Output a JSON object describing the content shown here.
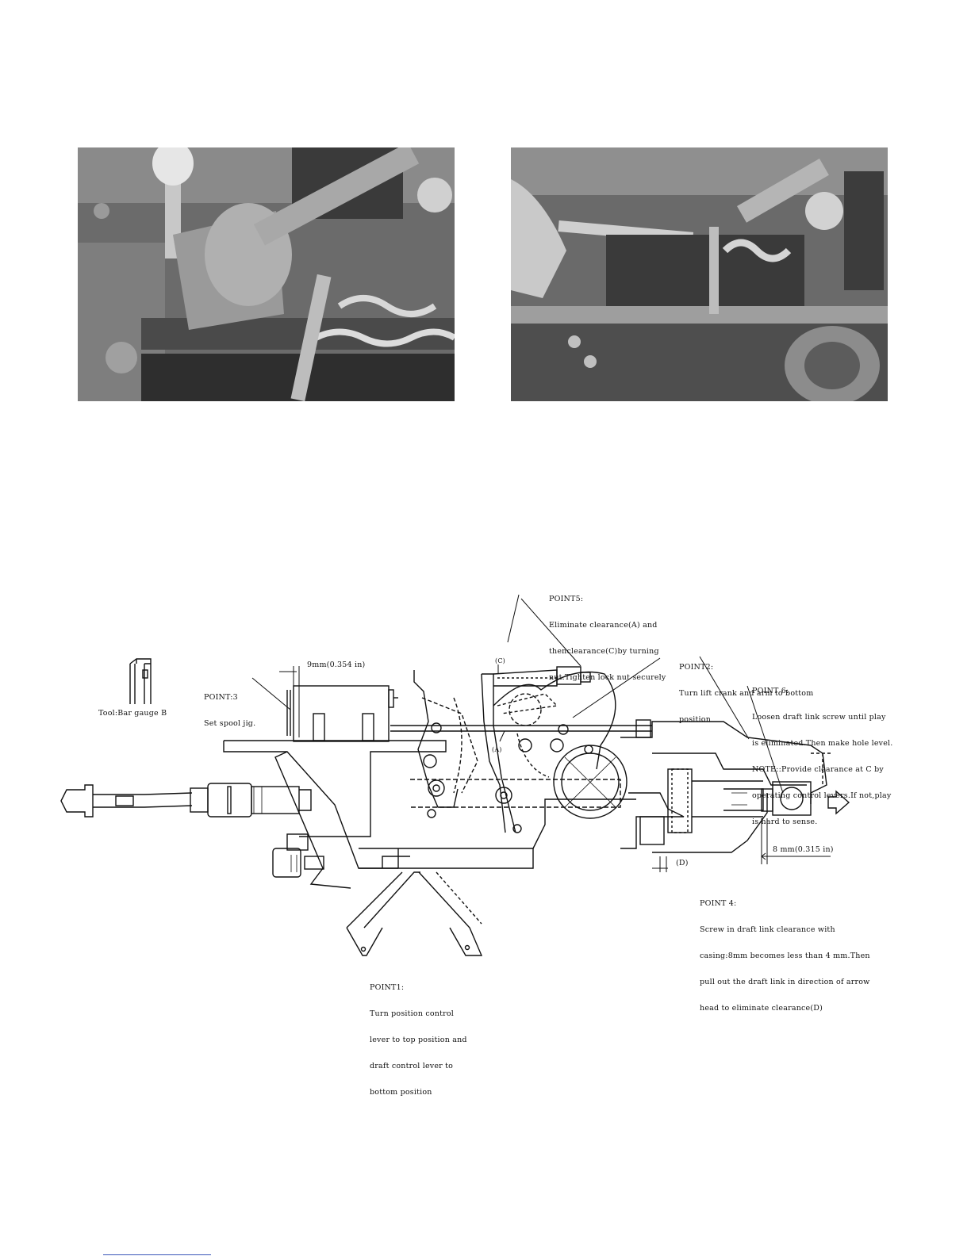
{
  "diagram": {
    "tool": "Tool:Bar gauge B",
    "point3": {
      "title": "POINT:3",
      "text": "Set spool jig."
    },
    "dim_9mm": "9mm(0.354 in)",
    "point5": {
      "title": "POINT5:",
      "line1": "Eliminate clearance(A) and",
      "line2": "thenclearance(C)by turning",
      "line3": "nut.Tighten lock nut securely"
    },
    "point2": {
      "title": "POINT2:",
      "line1": "Turn lift crank and arm to bottom",
      "line2": "position"
    },
    "point6": {
      "title": "POINT 6:",
      "line1": "Loosen draft link screw until play",
      "line2": "is eliminated.Then make hole level.",
      "line3": "NOTE::Provide clearance at C by",
      "line4": "operating control levers.If not,play",
      "line5": "is hard to sense."
    },
    "label_c": "(C)",
    "label_a": "(A)",
    "label_d": "(D)",
    "dim_8mm": "8 mm(0.315 in)",
    "point4": {
      "title": "POINT 4:",
      "line1": "Screw in draft link clearance with",
      "line2": "casing:8mm becomes less than 4 mm.Then",
      "line3": "pull out the draft link in direction of arrow",
      "line4": "head to eliminate clearance(D)"
    },
    "point1": {
      "title": "POINT1:",
      "line1": "Turn position control",
      "line2": "lever to top position and",
      "line3": "draft control lever to",
      "line4": "bottom position"
    }
  }
}
